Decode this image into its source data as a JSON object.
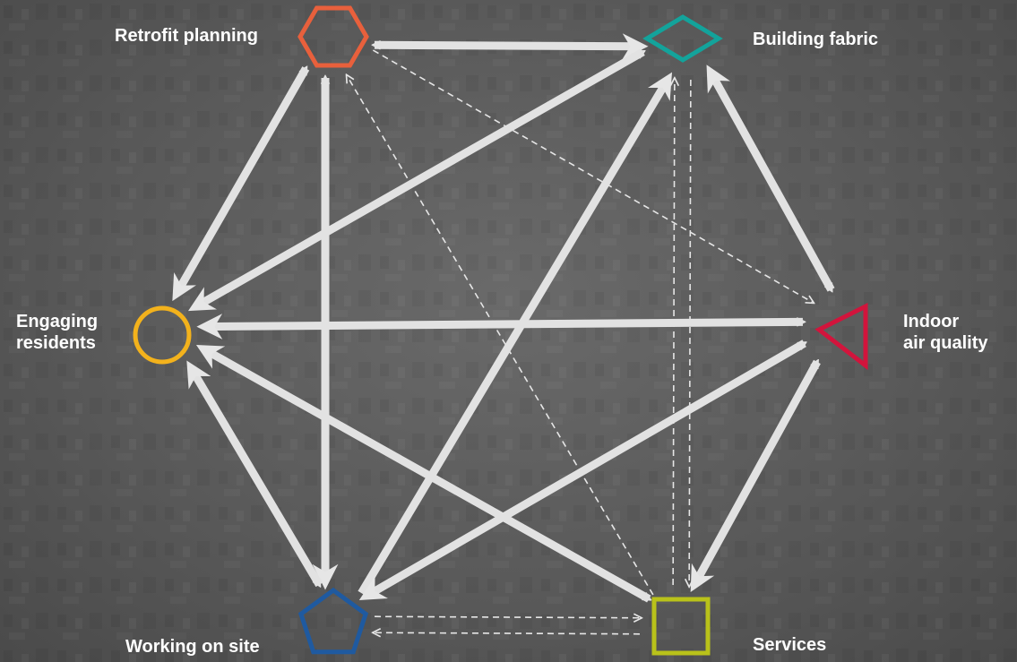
{
  "nodes": [
    {
      "id": "retrofit",
      "lines": [
        "Retrofit planning"
      ],
      "shape": "hexagon",
      "color": "#e8603c"
    },
    {
      "id": "fabric",
      "lines": [
        "Building fabric"
      ],
      "shape": "diamond",
      "color": "#13a39b"
    },
    {
      "id": "air",
      "lines": [
        "Indoor",
        "air quality"
      ],
      "shape": "triangle",
      "color": "#d2143c"
    },
    {
      "id": "services",
      "lines": [
        "Services"
      ],
      "shape": "square",
      "color": "#b9c21a"
    },
    {
      "id": "site",
      "lines": [
        "Working on site"
      ],
      "shape": "pentagon",
      "color": "#1f5aa0"
    },
    {
      "id": "residents",
      "lines": [
        "Engaging",
        "residents"
      ],
      "shape": "circle",
      "color": "#f3b21c"
    }
  ],
  "edges": [
    {
      "from": "retrofit",
      "to": "fabric",
      "style": "solid"
    },
    {
      "from": "fabric",
      "to": "retrofit",
      "style": "dashed"
    },
    {
      "from": "retrofit",
      "to": "residents",
      "style": "solid"
    },
    {
      "from": "residents",
      "to": "retrofit",
      "style": "dashed"
    },
    {
      "from": "retrofit",
      "to": "site",
      "style": "solid"
    },
    {
      "from": "site",
      "to": "retrofit",
      "style": "dashed"
    },
    {
      "from": "retrofit",
      "to": "air",
      "style": "dashed"
    },
    {
      "from": "services",
      "to": "retrofit",
      "style": "dashed"
    },
    {
      "from": "residents",
      "to": "fabric",
      "style": "dashed"
    },
    {
      "from": "fabric",
      "to": "residents",
      "style": "solid"
    },
    {
      "from": "site",
      "to": "fabric",
      "style": "solid"
    },
    {
      "from": "air",
      "to": "fabric",
      "style": "solid"
    },
    {
      "from": "fabric",
      "to": "services",
      "style": "dashed"
    },
    {
      "from": "services",
      "to": "fabric",
      "style": "dashed"
    },
    {
      "from": "fabric",
      "to": "air",
      "style": "dashed"
    },
    {
      "from": "air",
      "to": "residents",
      "style": "solid"
    },
    {
      "from": "residents",
      "to": "air",
      "style": "dashed"
    },
    {
      "from": "air",
      "to": "site",
      "style": "solid"
    },
    {
      "from": "site",
      "to": "air",
      "style": "dashed"
    },
    {
      "from": "air",
      "to": "services",
      "style": "solid"
    },
    {
      "from": "services",
      "to": "air",
      "style": "dashed"
    },
    {
      "from": "residents",
      "to": "site",
      "style": "dashed"
    },
    {
      "from": "site",
      "to": "residents",
      "style": "solid"
    },
    {
      "from": "services",
      "to": "residents",
      "style": "solid"
    },
    {
      "from": "residents",
      "to": "services",
      "style": "dashed"
    },
    {
      "from": "site",
      "to": "services",
      "style": "dashed"
    },
    {
      "from": "services",
      "to": "site",
      "style": "dashed"
    }
  ]
}
